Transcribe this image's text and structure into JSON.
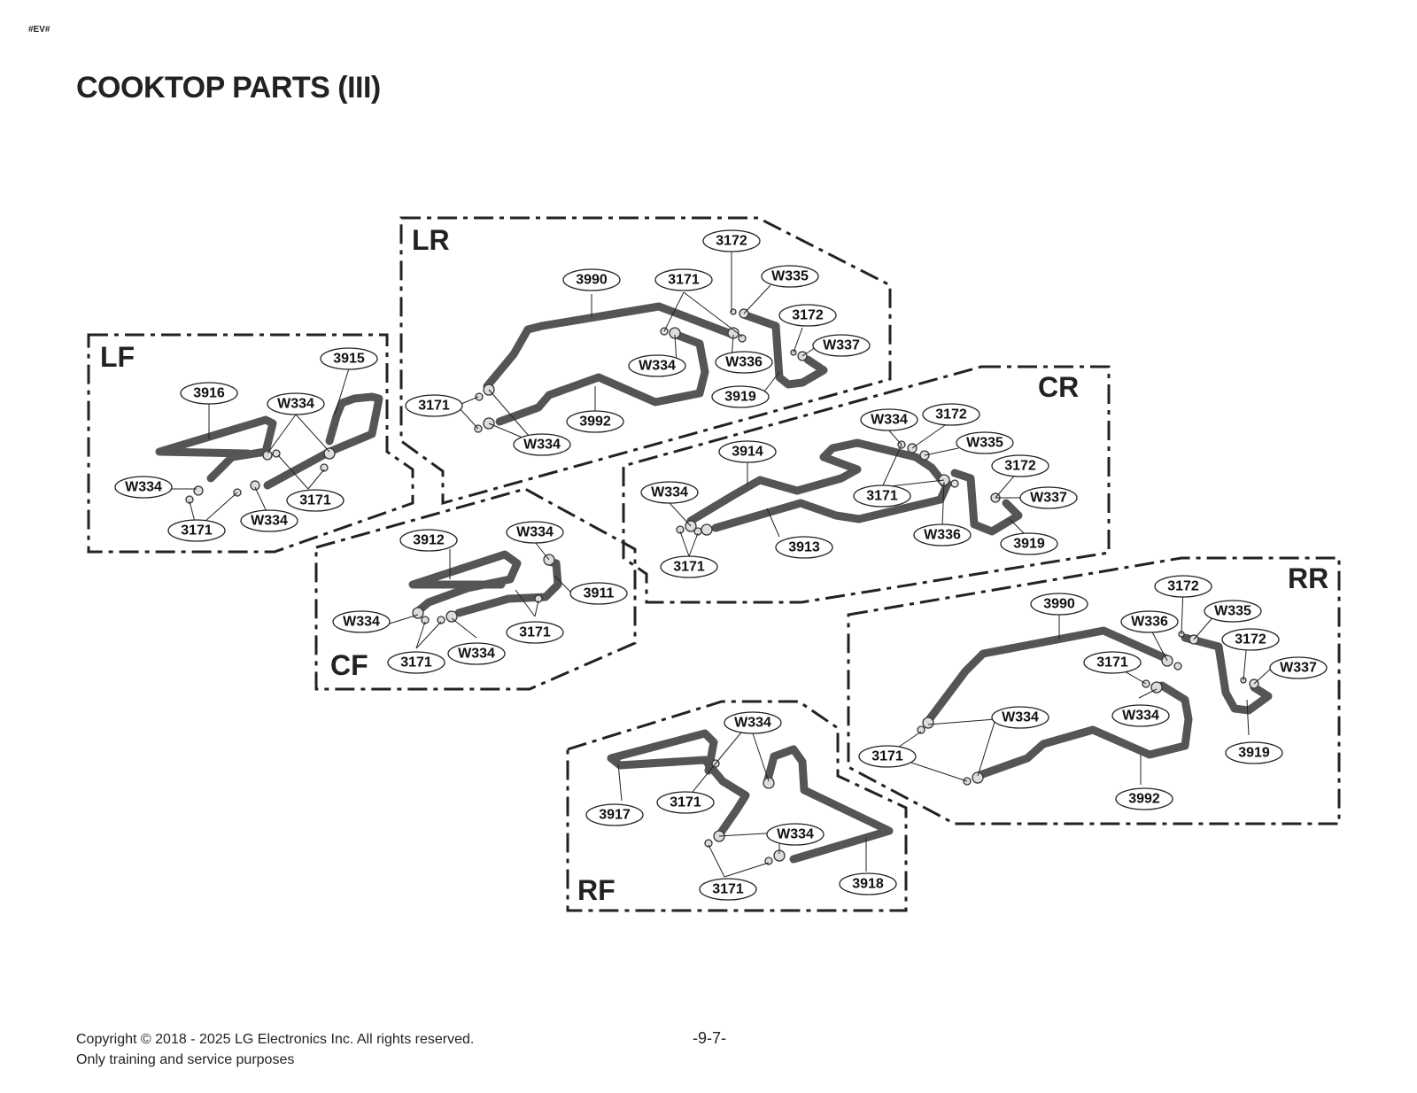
{
  "header": {
    "tag": "#EV#",
    "title": "COOKTOP PARTS (III)"
  },
  "footer": {
    "copyright": "Copyright © 2018 - 2025 LG Electronics Inc. All rights reserved.",
    "note": "Only training and service purposes",
    "page": "-9-7-"
  },
  "zones": [
    {
      "label": "LF",
      "parts": [
        "3915",
        "3916",
        "W334",
        "W334",
        "3171",
        "W334",
        "3171"
      ]
    },
    {
      "label": "LR",
      "parts": [
        "3172",
        "3990",
        "3171",
        "W335",
        "3172",
        "W337",
        "W334",
        "W336",
        "3919",
        "3171",
        "3992",
        "W334"
      ]
    },
    {
      "label": "CR",
      "parts": [
        "W334",
        "3172",
        "W335",
        "3914",
        "3172",
        "W334",
        "3171",
        "W337",
        "W336",
        "3919",
        "3913",
        "3171"
      ]
    },
    {
      "label": "CF",
      "parts": [
        "W334",
        "3912",
        "3911",
        "W334",
        "3171",
        "3171",
        "W334"
      ]
    },
    {
      "label": "RR",
      "parts": [
        "3172",
        "3990",
        "W336",
        "W335",
        "3172",
        "3171",
        "W337",
        "W334",
        "W334",
        "3171",
        "3919",
        "3992"
      ]
    },
    {
      "label": "RF",
      "parts": [
        "W334",
        "3171",
        "3917",
        "W334",
        "3918",
        "3171"
      ]
    }
  ]
}
